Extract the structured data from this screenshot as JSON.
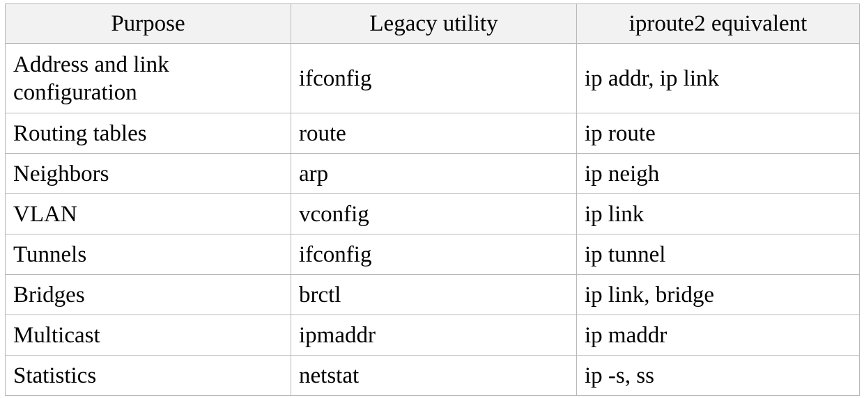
{
  "table": {
    "headers": [
      "Purpose",
      "Legacy utility",
      "iproute2 equivalent"
    ],
    "rows": [
      [
        "Address and link configuration",
        "ifconfig",
        "ip addr, ip link"
      ],
      [
        "Routing tables",
        "route",
        "ip route"
      ],
      [
        "Neighbors",
        "arp",
        "ip neigh"
      ],
      [
        "VLAN",
        "vconfig",
        "ip link"
      ],
      [
        "Tunnels",
        "ifconfig",
        "ip tunnel"
      ],
      [
        "Bridges",
        "brctl",
        "ip link, bridge"
      ],
      [
        "Multicast",
        "ipmaddr",
        "ip maddr"
      ],
      [
        "Statistics",
        "netstat",
        "ip -s, ss"
      ]
    ]
  }
}
